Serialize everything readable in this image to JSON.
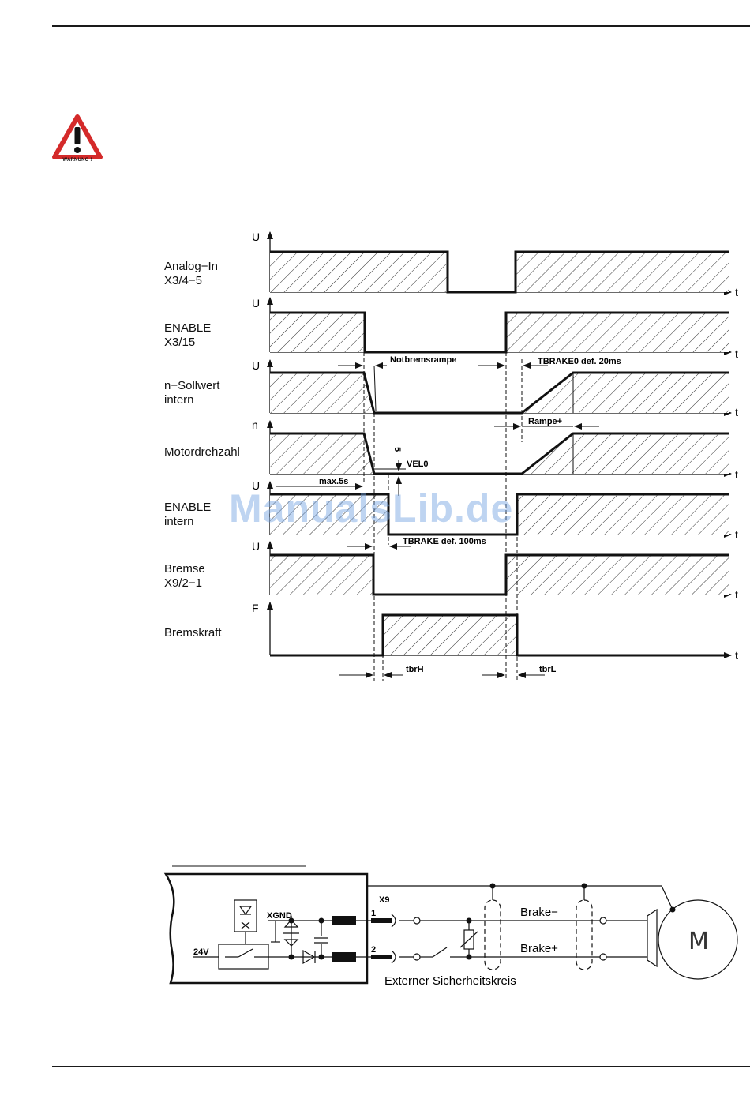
{
  "warning": {
    "label": "WARNUNG !",
    "icon": "warning-triangle-icon",
    "color": "#d42a2a"
  },
  "watermark": "ManualsLib.de",
  "timing": {
    "signals": [
      {
        "label": "Analog−In\nX3/4−5",
        "axis": "U"
      },
      {
        "label": "ENABLE\nX3/15",
        "axis": "U"
      },
      {
        "label": "n−Sollwert\nintern",
        "axis": "U"
      },
      {
        "label": "Motordrehzahl",
        "axis": "n"
      },
      {
        "label": "ENABLE\nintern",
        "axis": "U"
      },
      {
        "label": "Bremse\nX9/2−1",
        "axis": "U"
      },
      {
        "label": "Bremskraft",
        "axis": "F"
      }
    ],
    "time_axis": "t",
    "annotations": {
      "notbremsrampe": "Notbremsrampe",
      "tbrake0": "TBRAKE0  def.  20ms",
      "rampe": "Rampe+",
      "velo": "VEL0",
      "five": "5",
      "max5s": "max.5s",
      "tbrake": "TBRAKE  def.  100ms",
      "tbrh": "tbrH",
      "tbrl": "tbrL"
    }
  },
  "circuit": {
    "x9": "X9",
    "pin1": "1",
    "pin2": "2",
    "xgnd": "XGND",
    "v24": "24V",
    "brake_minus": "Brake−",
    "brake_plus": "Brake+",
    "motor": "M",
    "external": "Externer  Sicherheitskreis"
  }
}
